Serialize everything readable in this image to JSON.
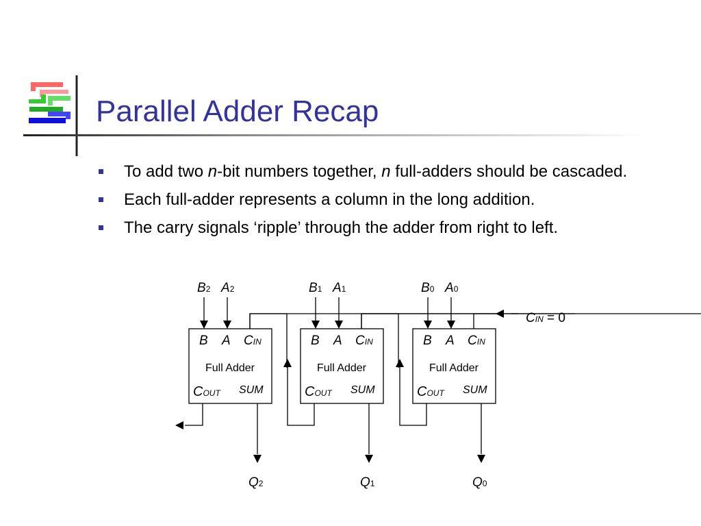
{
  "slide": {
    "title": "Parallel Adder Recap",
    "bullets": [
      [
        "To add two ",
        {
          "i": "n"
        },
        "-bit numbers together, ",
        {
          "i": "n"
        },
        " full-adders should be cascaded."
      ],
      [
        "Each full-adder represents a column in the long addition."
      ],
      [
        "The carry signals ‘ripple’ through the adder from right to left."
      ]
    ]
  },
  "diagram": {
    "adders": [
      {
        "input_b": "B",
        "input_b_sub": "2",
        "input_a": "A",
        "input_a_sub": "2",
        "output_q": "Q",
        "output_q_sub": "2"
      },
      {
        "input_b": "B",
        "input_b_sub": "1",
        "input_a": "A",
        "input_a_sub": "1",
        "output_q": "Q",
        "output_q_sub": "1"
      },
      {
        "input_b": "B",
        "input_b_sub": "0",
        "input_a": "A",
        "input_a_sub": "0",
        "output_q": "Q",
        "output_q_sub": "0"
      }
    ],
    "box": {
      "label": "Full Adder",
      "pin_b": "B",
      "pin_a": "A",
      "pin_cin": "C",
      "pin_cin_sub": "IN",
      "pin_cout": "C",
      "pin_cout_sub": "OUT",
      "pin_sum": "SUM"
    },
    "carry_in": {
      "label": "C",
      "label_sub": "IN",
      "value_text": " = 0"
    }
  }
}
